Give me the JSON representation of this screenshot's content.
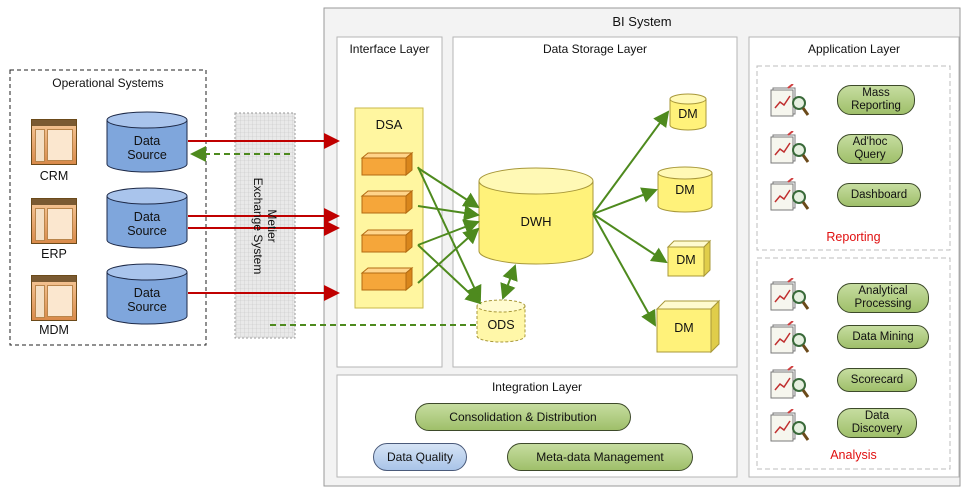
{
  "operational": {
    "title": "Operational Systems",
    "systems": [
      {
        "app": "CRM",
        "source": "Data\nSource"
      },
      {
        "app": "ERP",
        "source": "Data\nSource"
      },
      {
        "app": "MDM",
        "source": "Data\nSource"
      }
    ]
  },
  "exchange": {
    "label": "Metier\nExchange System"
  },
  "bi": {
    "title": "BI System"
  },
  "interface": {
    "title": "Interface Layer",
    "dsa": "DSA"
  },
  "storage": {
    "title": "Data Storage Layer",
    "dwh": "DWH",
    "ods": "ODS",
    "dm": [
      "DM",
      "DM",
      "DM",
      "DM"
    ]
  },
  "application": {
    "title": "Application Layer",
    "reporting": {
      "title": "Reporting",
      "items": [
        "Mass\nReporting",
        "Ad'hoc\nQuery",
        "Dashboard"
      ]
    },
    "analysis": {
      "title": "Analysis",
      "items": [
        "Analytical\nProcessing",
        "Data Mining",
        "Scorecard",
        "Data\nDiscovery"
      ]
    }
  },
  "integration": {
    "title": "Integration Layer",
    "consolidation": "Consolidation & Distribution",
    "quality": "Data Quality",
    "metadata": "Meta-data Management"
  },
  "colors": {
    "arrow_red": "#c00000",
    "arrow_green": "#4e8a1e",
    "label_red": "#e01010",
    "cylinder_blue": "#7fa6dc",
    "cylinder_yellow": "#fff27a"
  }
}
